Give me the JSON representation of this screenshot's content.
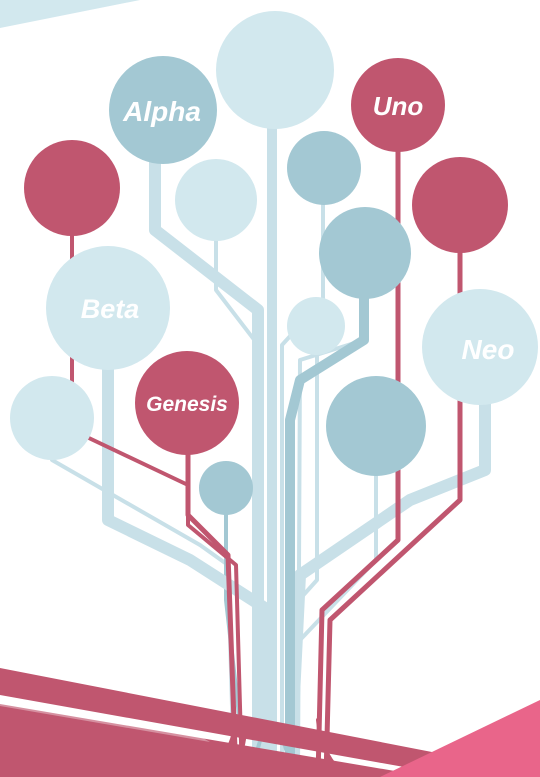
{
  "labels": {
    "alpha": "Alpha",
    "uno": "Uno",
    "beta": "Beta",
    "genesis": "Genesis",
    "neo": "Neo"
  },
  "colors": {
    "background": "#ffffff",
    "light_blue": "#d2e8ee",
    "mid_blue": "#a3c8d3",
    "branch_blue": "#c8e0e8",
    "crimson": "#c0566f",
    "pink": "#e9658a"
  }
}
